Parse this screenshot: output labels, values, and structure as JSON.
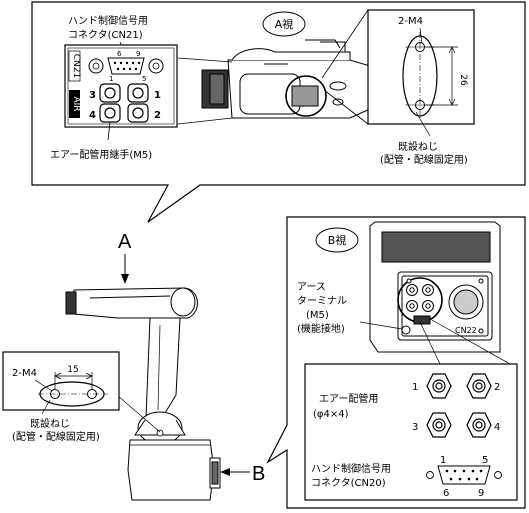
{
  "panel_a": {
    "view_title": "A視",
    "connector_label_line1": "ハンド制御信号用",
    "connector_label_line2": "コネクタ(CN21)",
    "cn21_tag": "CN21",
    "air_tag": "AIR",
    "pin_6": "6",
    "pin_9": "9",
    "pin_1": "1",
    "pin_5": "5",
    "port_3": "3",
    "port_4": "4",
    "port_1": "1",
    "port_2": "2",
    "air_fitting_label": "エアー配管用継手(M5)",
    "hole_label": "2-M4",
    "dimension_26": "26",
    "existing_screw_line1": "既設ねじ",
    "existing_screw_line2": "(配管・配線固定用)"
  },
  "robot": {
    "arrow_a_label": "A",
    "arrow_b_label": "B",
    "hole_label": "2-M4",
    "dimension_15": "15",
    "existing_screw_line1": "既設ねじ",
    "existing_screw_line2": "(配管・配線固定用)"
  },
  "panel_b": {
    "view_title": "B視",
    "earth_line1": "アース",
    "earth_line2": "ターミナル",
    "earth_line3": "(M5)",
    "earth_line4": "(機能接地)",
    "cn22_tag": "CN22",
    "air_piping_line1": "エアー配管用",
    "air_piping_line2": "(φ4×4)",
    "port_1": "1",
    "port_2": "2",
    "port_3": "3",
    "port_4": "4",
    "connector_line1": "ハンド制御信号用",
    "connector_line2": "コネクタ(CN20)",
    "pin_1": "1",
    "pin_5": "5",
    "pin_6": "6",
    "pin_9": "9"
  }
}
